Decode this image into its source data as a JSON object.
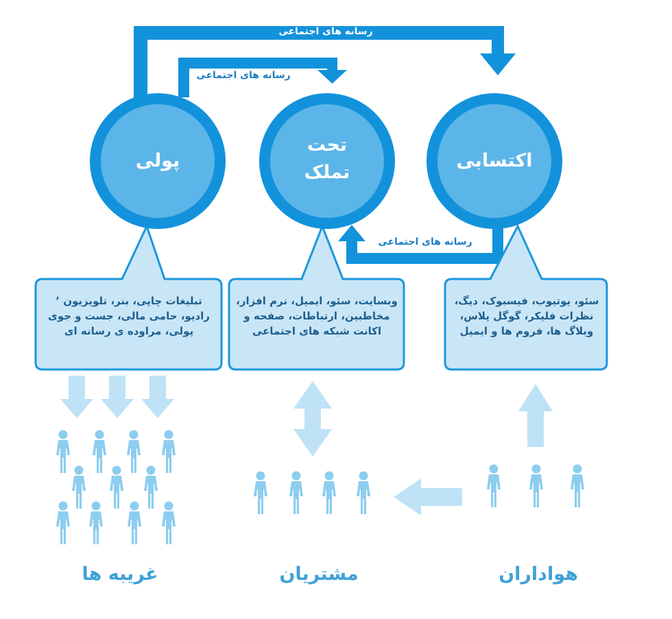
{
  "flow_labels": {
    "top": "رسانه های اجتماعی",
    "middle": "رسانه های اجتماعی",
    "lower": "رسانه های اجتماعی"
  },
  "circles": {
    "paid": "پولی",
    "owned": "تحت تملک",
    "earned": "اکتسابی"
  },
  "boxes": {
    "paid": "تبلیغات چاپی، بنر، تلویزیون ٬ رادیو، حامی مالی، جست و جوی پولی، مراوده ی رسانه ای",
    "owned": "وبسایت، سئو، ایمیل، نرم افزار، مخاطبین، ارتباطات، صفحه و اکانت شبکه های اجتماعی",
    "earned": "سئو، یوتیوب، فیسبوک، دیگ، نظرات فلیکر، گوگل پلاس، وبلاگ ها، فروم ها و ایمیل"
  },
  "bottom_labels": {
    "strangers": "غریبه ها",
    "customers": "مشتریان",
    "fans": "هواداران"
  },
  "colors": {
    "dark_blue": "#1392dc",
    "circle_fill": "#5cb5e8",
    "box_fill": "#c9e6f7",
    "box_stroke": "#1a97dd",
    "light_arrow": "#bfe2f6",
    "person": "#8dcdef",
    "label_text": "#3fa1d8"
  }
}
